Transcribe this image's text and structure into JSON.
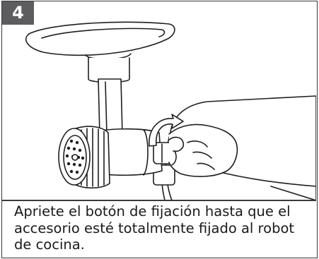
{
  "step": {
    "number": "4"
  },
  "illustration": {
    "subject": "meat-grinder-attachment",
    "icons": [
      "rotation-arrow-icon",
      "hand-icon"
    ]
  },
  "caption": {
    "text": "Apriete el botón de fijación hasta que el accesorio esté totalmente fijado al robot de cocina."
  },
  "colors": {
    "badge": "#5d5d5f",
    "lines": "#1e1e1e",
    "border": "#3a3a3a"
  }
}
